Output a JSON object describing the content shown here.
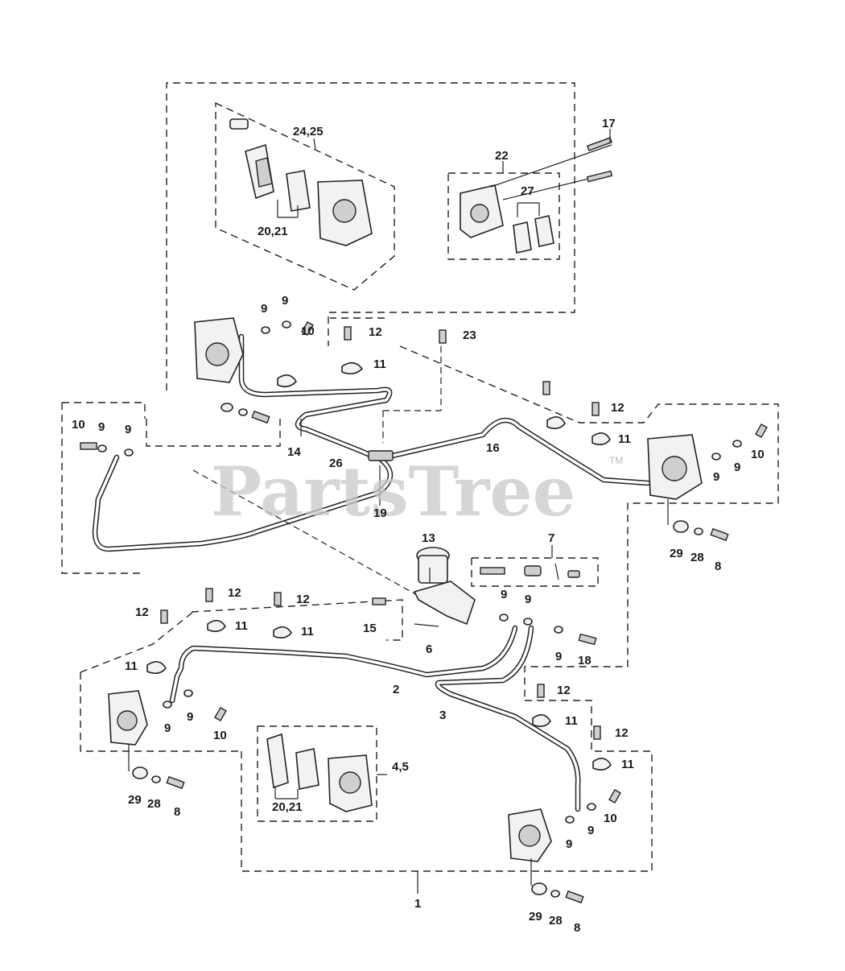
{
  "watermark": {
    "text": "PartsTree",
    "trademark": "TM"
  },
  "callouts": {
    "c24_25": "24,25",
    "c20_21_top": "20,21",
    "c22": "22",
    "c17": "17",
    "c27": "27",
    "c9_a": "9",
    "c9_b": "9",
    "c10_a": "10",
    "c12_a": "12",
    "c23": "23",
    "c11_a": "11",
    "c10_b": "10",
    "c9_c": "9",
    "c9_d": "9",
    "c14": "14",
    "c26": "26",
    "c19": "19",
    "c16": "16",
    "c12_b": "12",
    "c11_b": "11",
    "c9_e": "9",
    "c9_f": "9",
    "c10_c": "10",
    "c29_a": "29",
    "c28_a": "28",
    "c8_a": "8",
    "c13": "13",
    "c7": "7",
    "c12_c": "12",
    "c12_d": "12",
    "c12_e": "12",
    "c11_c": "11",
    "c11_d": "11",
    "c15": "15",
    "c6": "6",
    "c9_g": "9",
    "c9_h": "9",
    "c9_i": "9",
    "c18": "18",
    "c11_e": "11",
    "c2": "2",
    "c3": "3",
    "c12_f": "12",
    "c11_f": "11",
    "c12_g": "12",
    "c9_j": "9",
    "c9_k": "9",
    "c10_d": "10",
    "c4_5": "4,5",
    "c20_21_bottom": "20,21",
    "c11_g": "11",
    "c29_b": "29",
    "c28_b": "28",
    "c8_b": "8",
    "c9_l": "9",
    "c9_m": "9",
    "c10_e": "10",
    "c1": "1",
    "c29_c": "29",
    "c28_c": "28",
    "c8_c": "8"
  }
}
